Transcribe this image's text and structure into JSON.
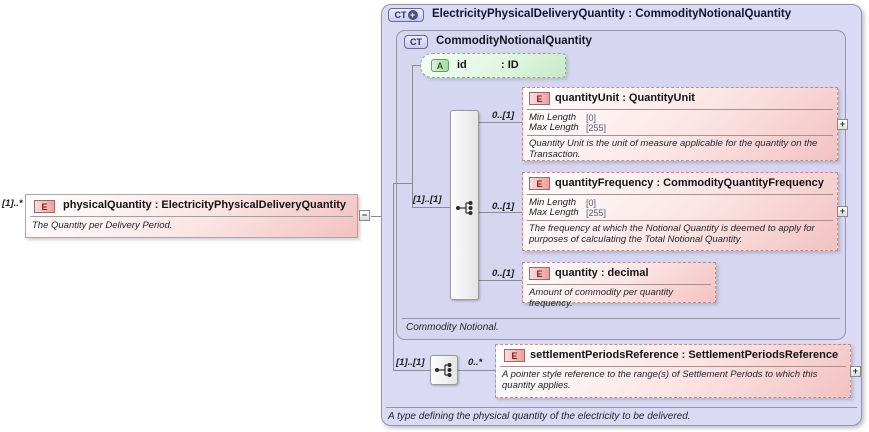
{
  "colors": {
    "container_fill": "#dadaf4",
    "element_fill": "#f3c2c2",
    "attribute_fill": "#c8eac8",
    "element_border": "#b98f8f",
    "container_border": "#9595a8"
  },
  "physical_quantity": {
    "cardinality": "[1]..*",
    "badge": "E",
    "title": "physicalQuantity : ElectricityPhysicalDeliveryQuantity",
    "annotation": "The Quantity per Delivery Period.",
    "collapse_label": "−"
  },
  "complex_type": {
    "badge": "CT",
    "title": "ElectricityPhysicalDeliveryQuantity : CommodityNotionalQuantity",
    "annotation": "A type defining the physical quantity of the electricity to be delivered.",
    "base": {
      "badge": "CT",
      "title": "CommodityNotionalQuantity",
      "annotation": "Commodity Notional.",
      "attribute": {
        "badge": "A",
        "name": "id",
        "type": ": ID"
      },
      "sequence": {
        "cardinality": "[1]..[1]"
      },
      "elements": [
        {
          "badge": "E",
          "title": "quantityUnit : QuantityUnit",
          "cardinality": "0..[1]",
          "facets": {
            "min_label": "Min Length",
            "min_value": "[0]",
            "max_label": "Max Length",
            "max_value": "[255]"
          },
          "annotation": "Quantity Unit is the unit of measure applicable for the quantity on the Transaction.",
          "expand_label": "+"
        },
        {
          "badge": "E",
          "title": "quantityFrequency : CommodityQuantityFrequency",
          "cardinality": "0..[1]",
          "facets": {
            "min_label": "Min Length",
            "min_value": "[0]",
            "max_label": "Max Length",
            "max_value": "[255]"
          },
          "annotation": "The frequency at which the Notional Quantity is deemed to apply for purposes of calculating the Total Notional Quantity.",
          "expand_label": "+"
        },
        {
          "badge": "E",
          "title": "quantity  : decimal",
          "cardinality": "0..[1]",
          "annotation": "Amount of commodity per quantity frequency."
        }
      ]
    },
    "extension": {
      "sequence": {
        "cardinality": "[1]..[1]"
      },
      "element": {
        "badge": "E",
        "title": "settlementPeriodsReference : SettlementPeriodsReference",
        "cardinality": "0..*",
        "annotation": "A pointer style reference to the range(s) of Settlement Periods to which this quantity applies.",
        "expand_label": "+"
      }
    }
  }
}
